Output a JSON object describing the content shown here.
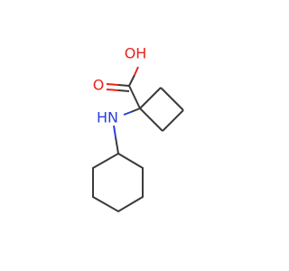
{
  "molecule": {
    "atoms": {
      "hydroxyl": {
        "label": "OH",
        "color": "#e8231c"
      },
      "carbonyl_oxygen": {
        "label": "O",
        "color": "#e8231c"
      },
      "amine": {
        "label": "HN",
        "color": "#2a3fd8"
      }
    },
    "colors": {
      "bond": "#3a3a3a",
      "oxygen": "#e8231c",
      "nitrogen": "#2a3fd8",
      "background": "#ffffff"
    }
  }
}
